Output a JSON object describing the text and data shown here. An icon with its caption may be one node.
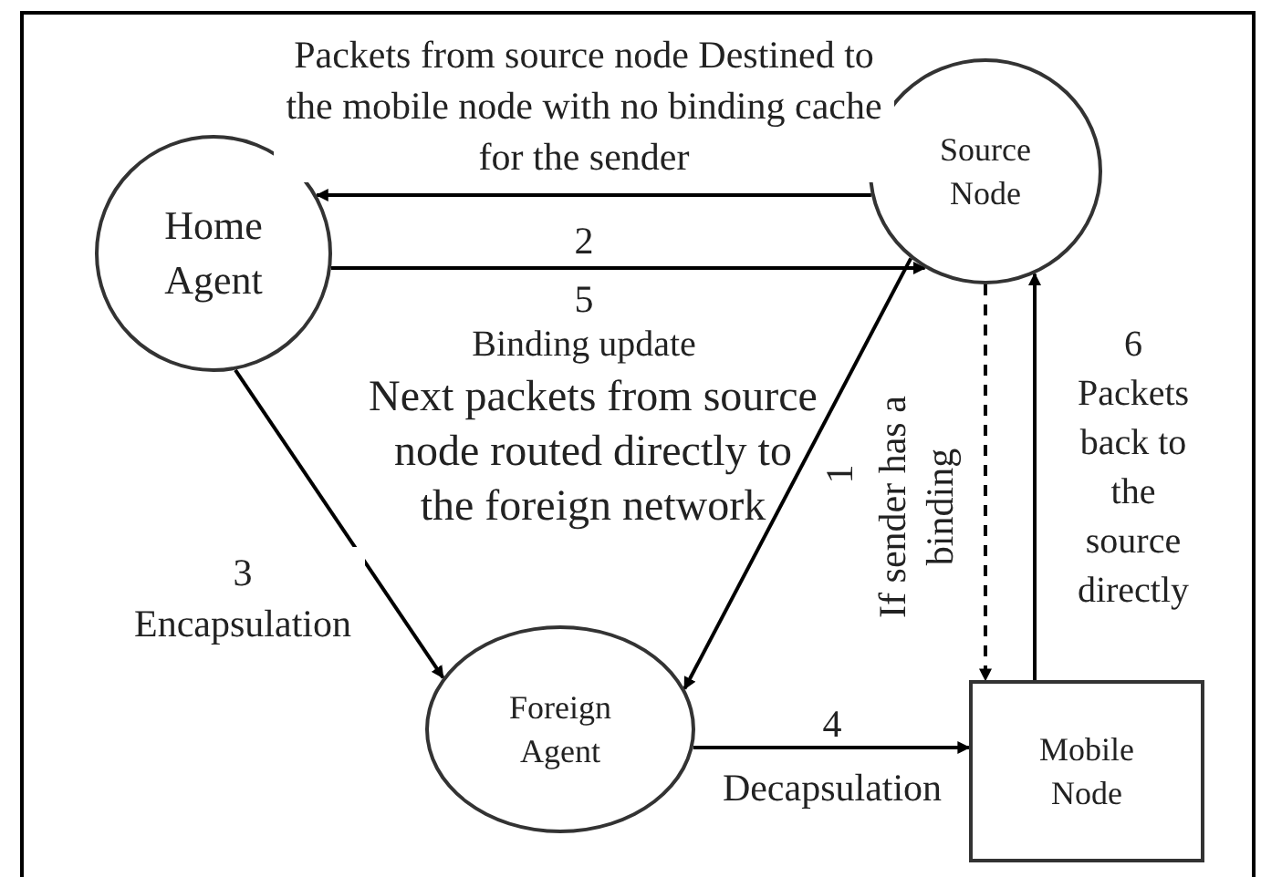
{
  "diagram": {
    "nodes": [
      {
        "text": [
          "Home Agent"
        ]
      },
      {
        "text": [
          "Source Node"
        ]
      },
      {
        "text": [
          "Foreign Agent"
        ]
      },
      {
        "text": [
          "Mobile Node"
        ]
      }
    ],
    "edges": [
      {
        "from": 1,
        "to": 0,
        "arrow": "to",
        "label": "Packets from source node Destined to the mobile node with no binding cache for the sender"
      },
      {
        "from": 0,
        "to": 1,
        "arrow": "to",
        "label": "2"
      },
      {
        "from": 0,
        "to": 2,
        "arrow": "to",
        "label": "3 Encapsulation"
      },
      {
        "from": 1,
        "to": 2,
        "arrow": "to",
        "label": "1"
      },
      {
        "from": 1,
        "to": 3,
        "arrow": "to",
        "style": "dashed",
        "label": "If sender has a binding"
      },
      {
        "from": 2,
        "to": 3,
        "arrow": "to",
        "label": "4"
      },
      {
        "from": 3,
        "to": 1,
        "arrow": "to",
        "label": "6 Packets back to the source directly"
      }
    ],
    "labels": [
      "5",
      "Binding update",
      "Next packets from source node routed directly to the foreign network",
      "Decapsulation"
    ]
  }
}
